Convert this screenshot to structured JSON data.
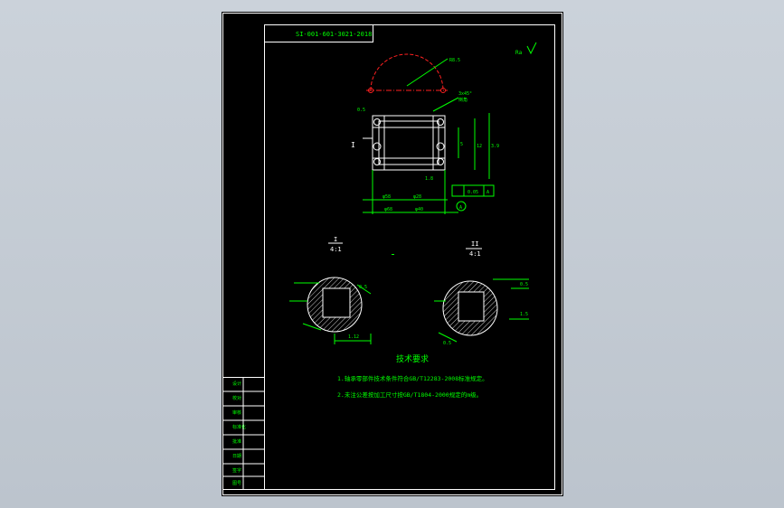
{
  "drawing": {
    "part_number": "SI-001-601-3021-2018",
    "top_right_mark": "Ra",
    "section_labels": {
      "view1_roman": "I",
      "view1_scale": "4:1",
      "view2_roman": "II",
      "view2_scale": "4:1"
    },
    "dimensions": {
      "radius": "R8.5",
      "chamfer_top": "0.5",
      "side_top": "3x45°",
      "side_text": "倒角",
      "width1": "1.8",
      "width2": "3.9",
      "height": "12",
      "height2": "5",
      "bottom1": "φ58",
      "bottom2": "φ28",
      "bottom3": "φ68",
      "bottom4": "φ40",
      "tol1": "0.05",
      "tol2": "A",
      "datum": "A",
      "detail1_a": "1.12",
      "detail1_b": "0.5",
      "detail2_a": "0.5",
      "detail2_b": "1.5",
      "detail2_c": "0.5"
    },
    "tech_title": "技术要求",
    "tech_notes": [
      "1.轴承零部件技术条件符合GB/T12283-2008标准规定。",
      "2.未注公差按加工尺寸按GB/T1804-2000规定的m级。"
    ],
    "title_block": [
      "设计",
      "校对",
      "审核",
      "标准化",
      "批准",
      "日期",
      "签字",
      "图号"
    ]
  },
  "colors": {
    "background": "#000000",
    "line": "#ffffff",
    "dim": "#00ff00",
    "center": "#ff2020",
    "cyan": "#00e5ff"
  }
}
